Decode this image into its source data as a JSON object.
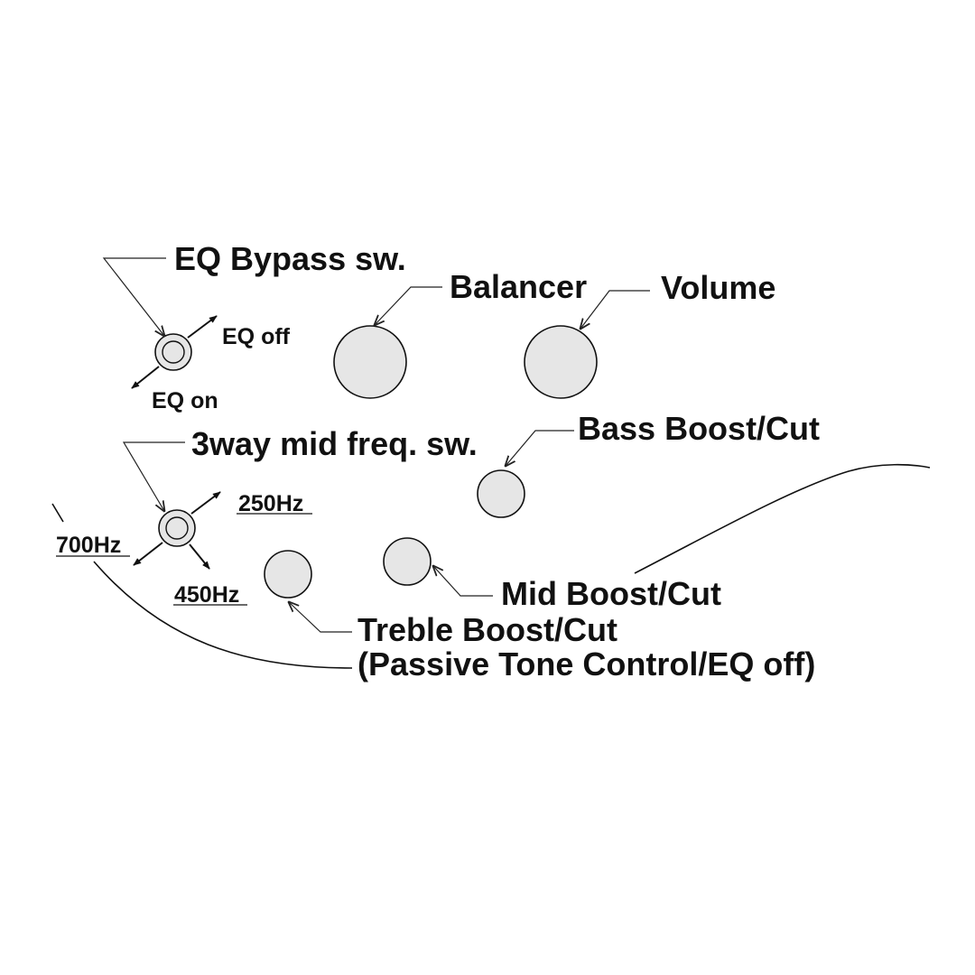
{
  "labels": {
    "eq_bypass": "EQ Bypass sw.",
    "eq_off": "EQ off",
    "eq_on": "EQ on",
    "balancer": "Balancer",
    "volume": "Volume",
    "mid_freq_switch": "3way mid freq. sw.",
    "bass": "Bass Boost/Cut",
    "freq_250": "250Hz",
    "freq_700": "700Hz",
    "freq_450": "450Hz",
    "mid": "Mid Boost/Cut",
    "treble": "Treble Boost/Cut",
    "treble_note": "(Passive Tone Control/EQ off)"
  },
  "colors": {
    "knob_fill": "#e6e6e6",
    "line": "#111111",
    "background": "#ffffff"
  }
}
